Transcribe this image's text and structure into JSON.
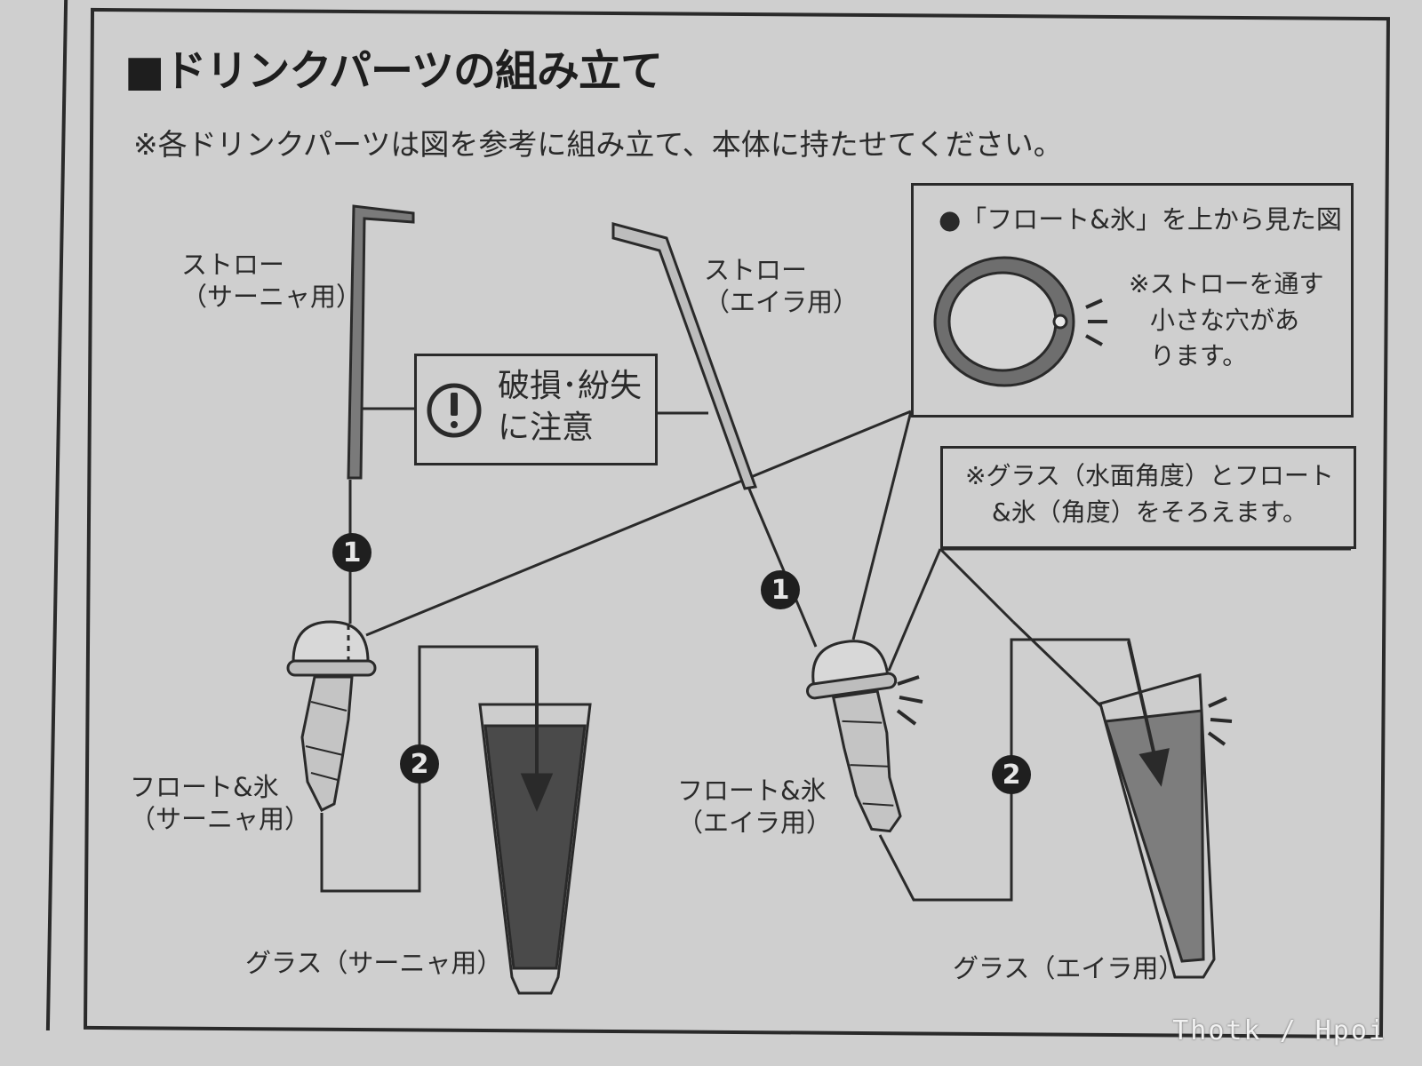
{
  "title": "■ドリンクパーツの組み立て",
  "subtitle": "※各ドリンクパーツは図を参考に組み立て、本体に持たせてください。",
  "warning": {
    "line1": "破損･紛失",
    "line2": "に注意"
  },
  "straw_sanya": {
    "line1": "ストロー",
    "line2": "（サーニャ用）"
  },
  "straw_eila": {
    "line1": "ストロー",
    "line2": "（エイラ用）"
  },
  "float_sanya": {
    "line1": "フロート&氷",
    "line2": "（サーニャ用）"
  },
  "float_eila": {
    "line1": "フロート&氷",
    "line2": "（エイラ用）"
  },
  "glass_sanya": "グラス（サーニャ用）",
  "glass_eila": "グラス（エイラ用）",
  "top_view": {
    "title": "●「フロート&氷」を上から見た図",
    "note_line1": "※ストローを通す",
    "note_line2": "小さな穴があ",
    "note_line3": "ります。"
  },
  "angle_note": {
    "line1": "※グラス（水面角度）とフロート",
    "line2": "&氷（角度）をそろえます。"
  },
  "steps": [
    "1",
    "2",
    "1",
    "2"
  ],
  "watermark": "Thotk / Hpoi"
}
